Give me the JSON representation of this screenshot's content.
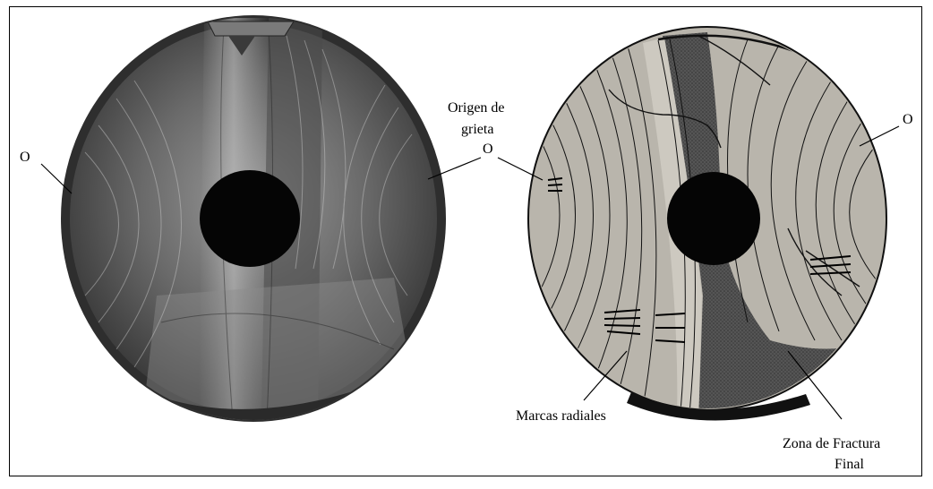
{
  "labels": {
    "origin_left_photo": "O",
    "origin_heading_line1": "Origen de",
    "origin_heading_line2": "grieta",
    "origin_heading_o": "O",
    "origin_right": "O",
    "radial_marks": "Marcas radiales",
    "final_zone_line1": "Zona de Fractura",
    "final_zone_line2": "Final"
  },
  "colors": {
    "photo_dark": "#2f2f2f",
    "photo_mid": "#6e6e6e",
    "photo_light": "#a8a8a8",
    "drawing_fill": "#b9b5ac",
    "drawing_dark_zone": "#4a4a4a",
    "hole": "#050505"
  }
}
